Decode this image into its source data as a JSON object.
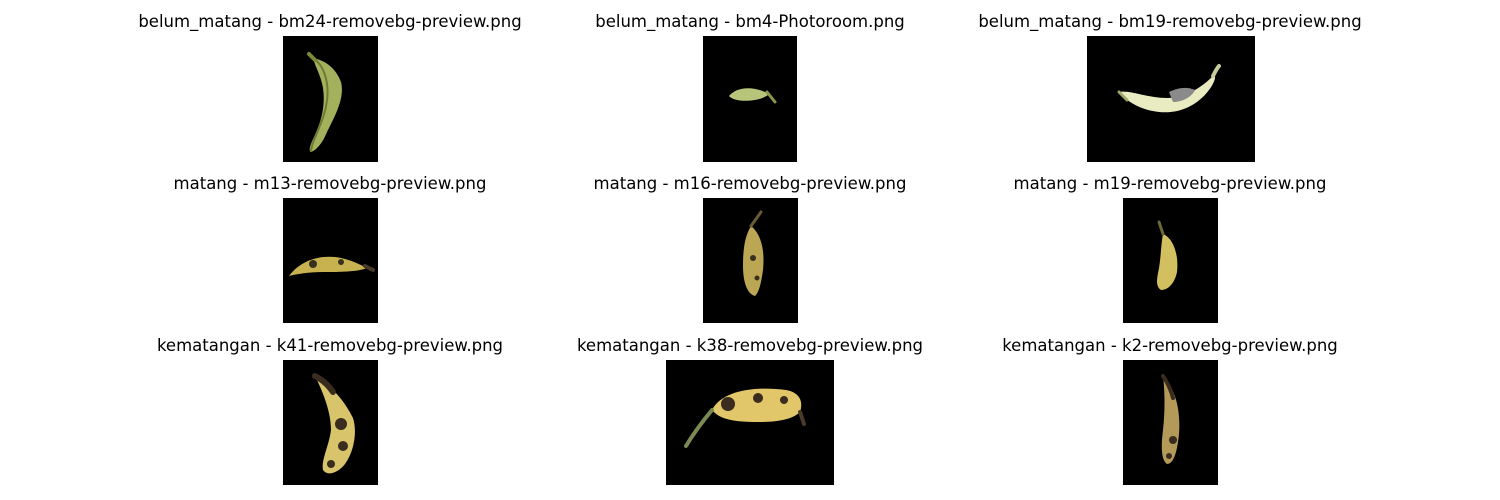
{
  "figure": {
    "panels": [
      {
        "title": "belum_matang - bm24-removebg-preview.png",
        "subject": "green banana"
      },
      {
        "title": "belum_matang - bm4-Photoroom.png",
        "subject": "small green banana"
      },
      {
        "title": "belum_matang - bm19-removebg-preview.png",
        "subject": "pale green banana"
      },
      {
        "title": "matang - m13-removebg-preview.png",
        "subject": "ripe yellow banana"
      },
      {
        "title": "matang - m16-removebg-preview.png",
        "subject": "ripe yellow banana"
      },
      {
        "title": "matang - m19-removebg-preview.png",
        "subject": "ripe yellow banana"
      },
      {
        "title": "kematangan - k41-removebg-preview.png",
        "subject": "overripe spotted banana"
      },
      {
        "title": "kematangan - k38-removebg-preview.png",
        "subject": "overripe spotted banana"
      },
      {
        "title": "kematangan - k2-removebg-preview.png",
        "subject": "overripe brown banana"
      }
    ]
  }
}
